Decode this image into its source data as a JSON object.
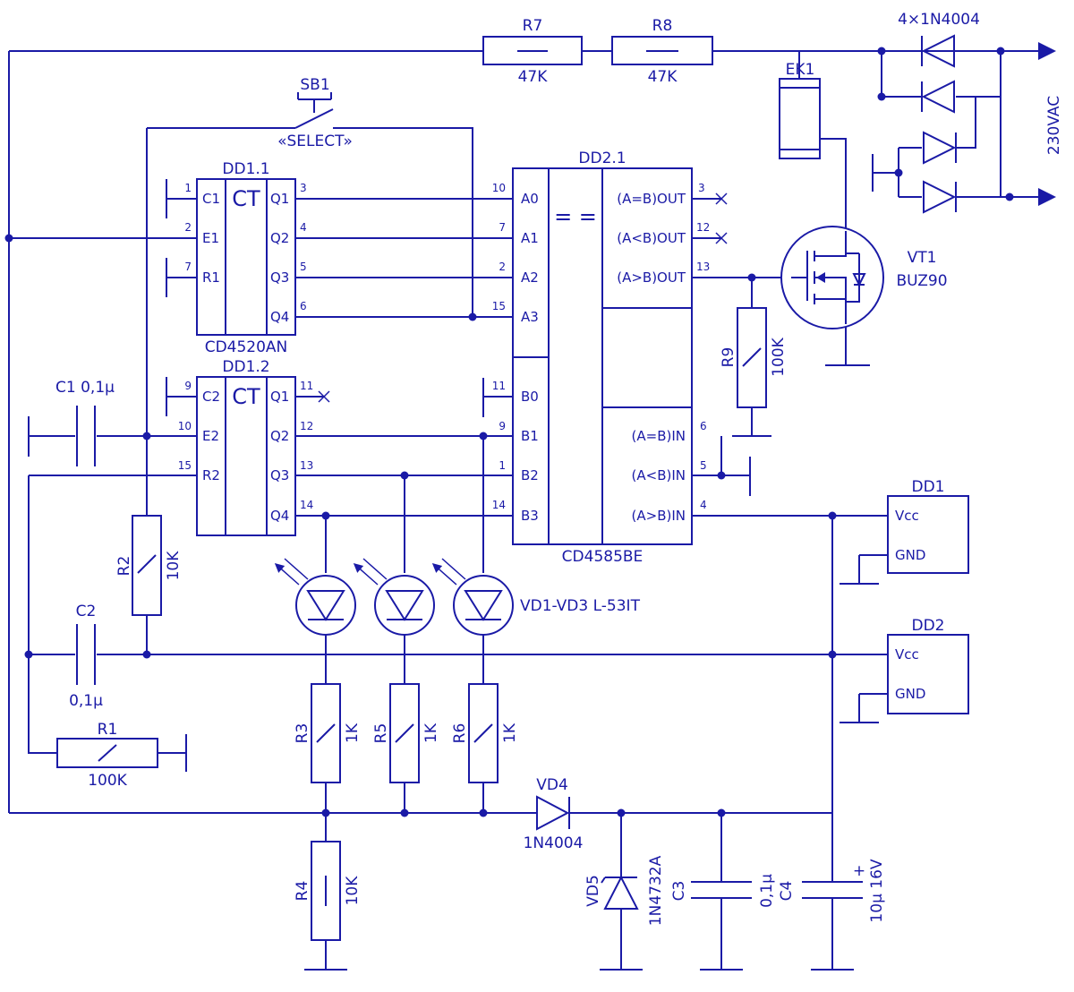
{
  "dd1_1": {
    "ref": "DD1.1",
    "part": "CD4520AN",
    "func": "CT",
    "pins_left": [
      {
        "num": "1",
        "name": "C1"
      },
      {
        "num": "2",
        "name": "E1"
      },
      {
        "num": "7",
        "name": "R1"
      }
    ],
    "pins_right": [
      {
        "num": "3",
        "name": "Q1"
      },
      {
        "num": "4",
        "name": "Q2"
      },
      {
        "num": "5",
        "name": "Q3"
      },
      {
        "num": "6",
        "name": "Q4"
      }
    ]
  },
  "dd1_2": {
    "ref": "DD1.2",
    "func": "CT",
    "pins_left": [
      {
        "num": "9",
        "name": "C2"
      },
      {
        "num": "10",
        "name": "E2"
      },
      {
        "num": "15",
        "name": "R2"
      }
    ],
    "pins_right": [
      {
        "num": "11",
        "name": "Q1"
      },
      {
        "num": "12",
        "name": "Q2"
      },
      {
        "num": "13",
        "name": "Q3"
      },
      {
        "num": "14",
        "name": "Q4"
      }
    ]
  },
  "dd2_1": {
    "ref": "DD2.1",
    "part": "CD4585BE",
    "func": "= =",
    "pins_a": [
      {
        "num": "10",
        "name": "A0"
      },
      {
        "num": "7",
        "name": "A1"
      },
      {
        "num": "2",
        "name": "A2"
      },
      {
        "num": "15",
        "name": "A3"
      }
    ],
    "pins_b": [
      {
        "num": "11",
        "name": "B0"
      },
      {
        "num": "9",
        "name": "B1"
      },
      {
        "num": "1",
        "name": "B2"
      },
      {
        "num": "14",
        "name": "B3"
      }
    ],
    "pins_out": [
      {
        "num": "3",
        "name": "(A=B)OUT"
      },
      {
        "num": "12",
        "name": "(A<B)OUT"
      },
      {
        "num": "13",
        "name": "(A>B)OUT"
      }
    ],
    "pins_in": [
      {
        "num": "6",
        "name": "(A=B)IN"
      },
      {
        "num": "5",
        "name": "(A<B)IN"
      },
      {
        "num": "4",
        "name": "(A>B)IN"
      }
    ]
  },
  "power": {
    "dd1": "DD1",
    "dd2": "DD2",
    "vcc": "Vcc",
    "gnd": "GND"
  },
  "switch": {
    "ref": "SB1",
    "label": "«SELECT»"
  },
  "resistors": {
    "r1": {
      "ref": "R1",
      "value": "100K"
    },
    "r2": {
      "ref": "R2",
      "value": "10K"
    },
    "r3": {
      "ref": "R3",
      "value": "1K"
    },
    "r4": {
      "ref": "R4",
      "value": "10K"
    },
    "r5": {
      "ref": "R5",
      "value": "1K"
    },
    "r6": {
      "ref": "R6",
      "value": "1K"
    },
    "r7": {
      "ref": "R7",
      "value": "47K"
    },
    "r8": {
      "ref": "R8",
      "value": "47K"
    },
    "r9": {
      "ref": "R9",
      "value": "100K"
    }
  },
  "capacitors": {
    "c1": {
      "label": "C1 0,1µ"
    },
    "c2": {
      "ref": "C2",
      "value": "0,1µ"
    },
    "c3": {
      "ref": "C3",
      "value": "0,1µ"
    },
    "c4": {
      "ref": "C4",
      "value": "10µ 16V",
      "polarity": "+"
    }
  },
  "leds": {
    "label": "VD1-VD3 L-53IT"
  },
  "vd4": {
    "ref": "VD4",
    "part": "1N4004"
  },
  "vd5": {
    "ref": "VD5",
    "part": "1N4732A"
  },
  "bridge": {
    "label": "4×1N4004"
  },
  "heater": {
    "ref": "EK1"
  },
  "transistor": {
    "ref": "VT1",
    "part": "BUZ90"
  },
  "supply": {
    "label": "230VAC"
  },
  "colors": {
    "ink": "#1a1aa6",
    "background": "#ffffff"
  }
}
